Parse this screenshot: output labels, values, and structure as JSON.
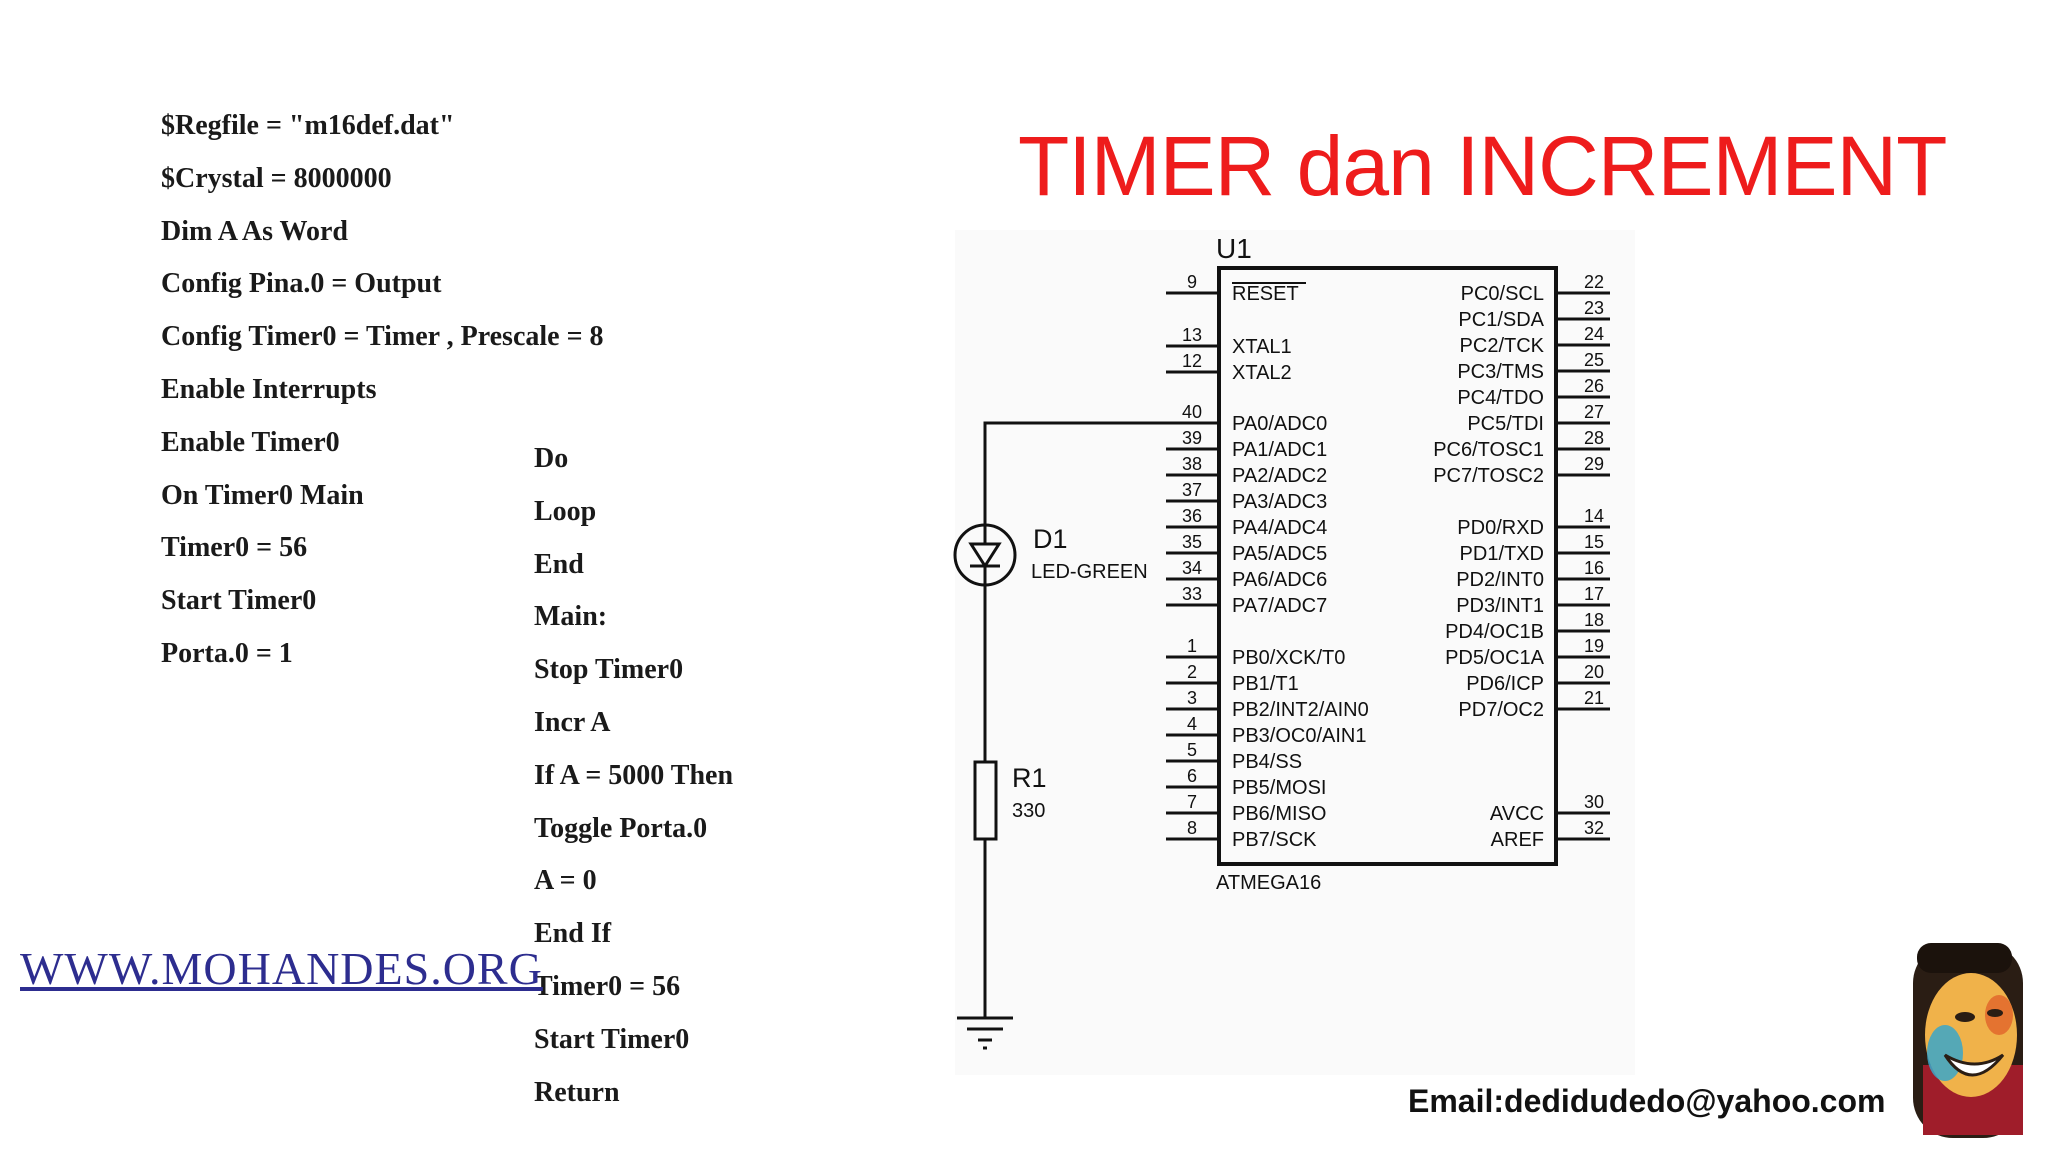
{
  "title": "TIMER dan INCREMENT",
  "code_left": [
    "$Regfile = \"m16def.dat\"",
    "$Crystal = 8000000",
    "Dim A As Word",
    "Config Pina.0 = Output",
    "Config Timer0 = Timer , Prescale = 8",
    "Enable Interrupts",
    "Enable Timer0",
    "On Timer0 Main",
    "Timer0 = 56",
    "Start Timer0",
    "Porta.0 = 1"
  ],
  "code_right": [
    "Do",
    "Loop",
    "End",
    "Main:",
    "Stop Timer0",
    "Incr A",
    "If A = 5000 Then",
    "Toggle Porta.0",
    "A = 0",
    "End If",
    "Timer0 = 56",
    "Start Timer0",
    "Return"
  ],
  "website": "WWW.MOHANDES.ORG",
  "email": "Email:dedidudedo@yahoo.com",
  "schematic": {
    "chip_ref": "U1",
    "chip_name": "ATMEGA16",
    "left_pins": [
      {
        "num": "9",
        "label": "RESET"
      },
      {
        "num": "13",
        "label": "XTAL1"
      },
      {
        "num": "12",
        "label": "XTAL2"
      },
      {
        "num": "40",
        "label": "PA0/ADC0"
      },
      {
        "num": "39",
        "label": "PA1/ADC1"
      },
      {
        "num": "38",
        "label": "PA2/ADC2"
      },
      {
        "num": "37",
        "label": "PA3/ADC3"
      },
      {
        "num": "36",
        "label": "PA4/ADC4"
      },
      {
        "num": "35",
        "label": "PA5/ADC5"
      },
      {
        "num": "34",
        "label": "PA6/ADC6"
      },
      {
        "num": "33",
        "label": "PA7/ADC7"
      },
      {
        "num": "1",
        "label": "PB0/XCK/T0"
      },
      {
        "num": "2",
        "label": "PB1/T1"
      },
      {
        "num": "3",
        "label": "PB2/INT2/AIN0"
      },
      {
        "num": "4",
        "label": "PB3/OC0/AIN1"
      },
      {
        "num": "5",
        "label": "PB4/SS"
      },
      {
        "num": "6",
        "label": "PB5/MOSI"
      },
      {
        "num": "7",
        "label": "PB6/MISO"
      },
      {
        "num": "8",
        "label": "PB7/SCK"
      }
    ],
    "right_pins": [
      {
        "num": "22",
        "label": "PC0/SCL"
      },
      {
        "num": "23",
        "label": "PC1/SDA"
      },
      {
        "num": "24",
        "label": "PC2/TCK"
      },
      {
        "num": "25",
        "label": "PC3/TMS"
      },
      {
        "num": "26",
        "label": "PC4/TDO"
      },
      {
        "num": "27",
        "label": "PC5/TDI"
      },
      {
        "num": "28",
        "label": "PC6/TOSC1"
      },
      {
        "num": "29",
        "label": "PC7/TOSC2"
      },
      {
        "num": "14",
        "label": "PD0/RXD"
      },
      {
        "num": "15",
        "label": "PD1/TXD"
      },
      {
        "num": "16",
        "label": "PD2/INT0"
      },
      {
        "num": "17",
        "label": "PD3/INT1"
      },
      {
        "num": "18",
        "label": "PD4/OC1B"
      },
      {
        "num": "19",
        "label": "PD5/OC1A"
      },
      {
        "num": "20",
        "label": "PD6/ICP"
      },
      {
        "num": "21",
        "label": "PD7/OC2"
      },
      {
        "num": "30",
        "label": "AVCC"
      },
      {
        "num": "32",
        "label": "AREF"
      }
    ],
    "led_ref": "D1",
    "led_name": "LED-GREEN",
    "res_ref": "R1",
    "res_value": "330"
  }
}
